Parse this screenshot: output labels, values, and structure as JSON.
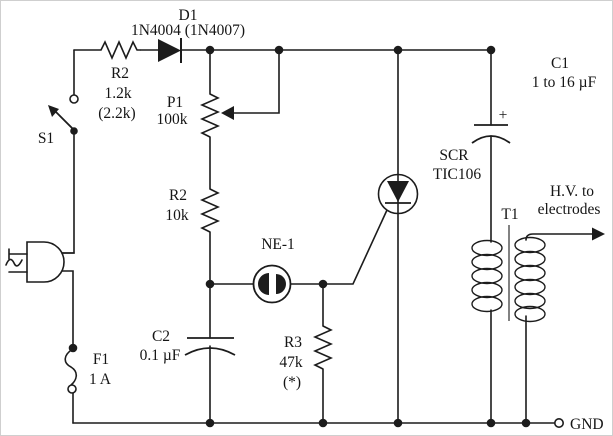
{
  "schematic": {
    "colors": {
      "ink": "#1c1c1c",
      "background": "#ffffff"
    },
    "components": {
      "d1": {
        "ref": "D1",
        "value": "1N4004 (1N4007)"
      },
      "r2_top": {
        "ref": "R2",
        "value": "1.2k",
        "alt": "(2.2k)"
      },
      "s1": {
        "ref": "S1"
      },
      "p1": {
        "ref": "P1",
        "value": "100k"
      },
      "r2_mid": {
        "ref": "R2",
        "value": "10k"
      },
      "ne1": {
        "ref": "NE-1"
      },
      "c2": {
        "ref": "C2",
        "value": "0.1 µF"
      },
      "f1": {
        "ref": "F1",
        "value": "1 A"
      },
      "r3": {
        "ref": "R3",
        "value": "47k",
        "alt": "(*)"
      },
      "scr": {
        "ref": "SCR",
        "value": "TIC106"
      },
      "c1": {
        "ref": "C1",
        "value": "1 to 16 µF",
        "polarity": "+"
      },
      "t1": {
        "ref": "T1"
      },
      "output": {
        "line1": "H.V. to",
        "line2": "electrodes"
      },
      "ground": {
        "label": "GND"
      }
    }
  }
}
